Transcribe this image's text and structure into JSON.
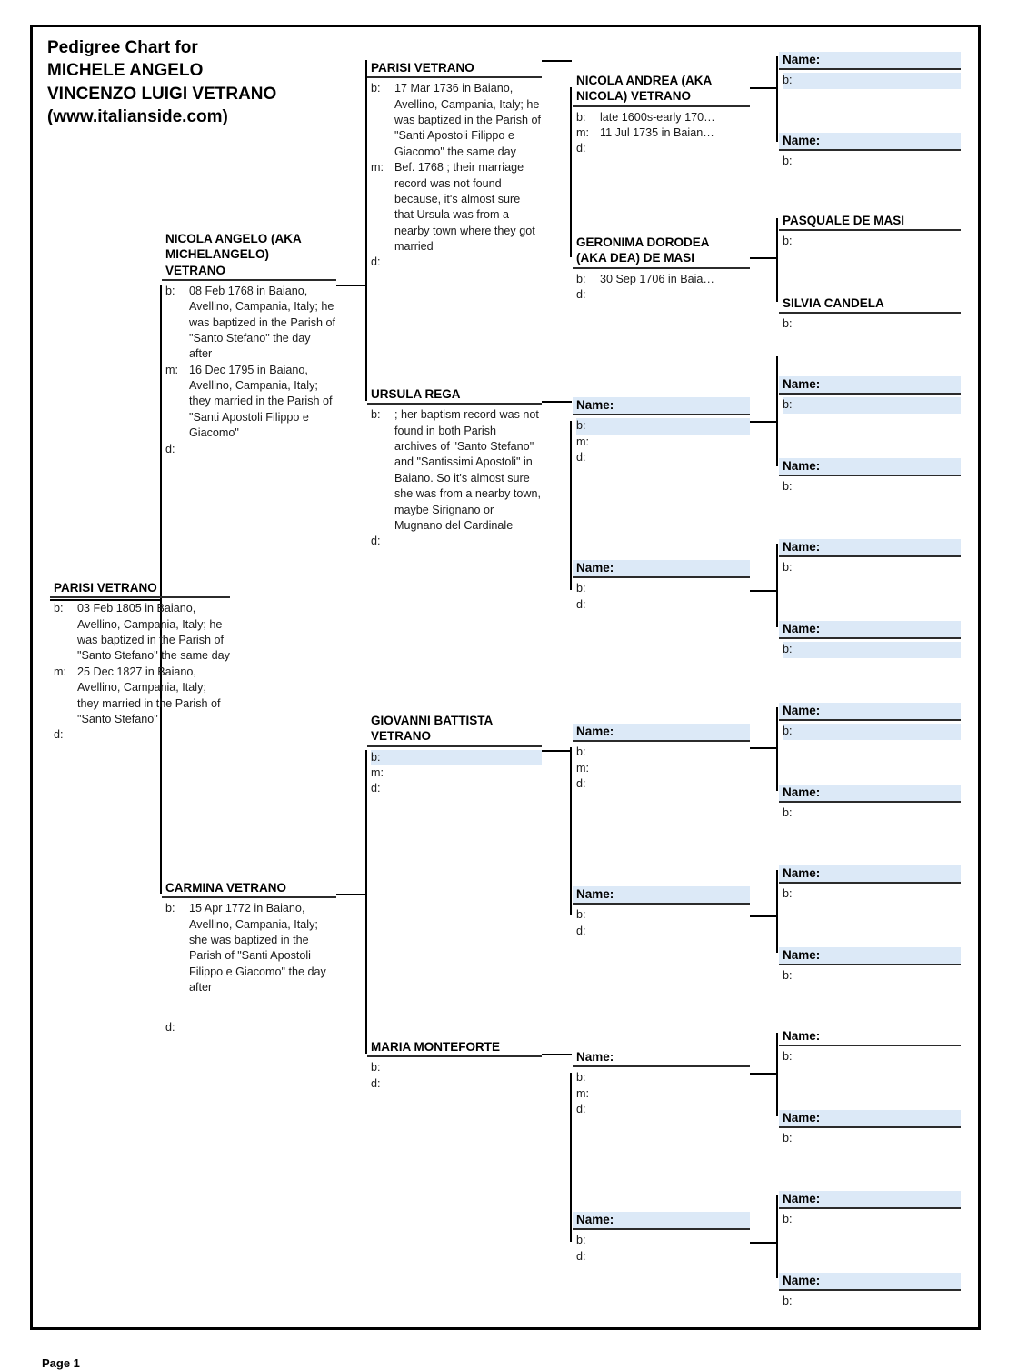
{
  "document": {
    "title_lines": "Pedigree Chart for\nMICHELE ANGELO\nVINCENZO LUIGI VETRANO\n(www.italianside.com)",
    "footer": "Page 1",
    "highlight_color": "#dce9f7",
    "line_color": "#000000"
  },
  "labels": {
    "b": "b:",
    "m": "m:",
    "d": "d:",
    "name": "Name:"
  },
  "chart_data": {
    "type": "pedigree",
    "generations": 5,
    "people": {
      "g1_root": {
        "name": "PARISI VETRANO",
        "b": "03 Feb 1805 in Baiano, Avellino, Campania, Italy; he was baptized in the Parish of \"Santo Stefano\" the same day",
        "m": "25 Dec 1827 in Baiano, Avellino, Campania, Italy; they married in the Parish of \"Santo Stefano\"",
        "d": ""
      },
      "g2_father": {
        "name": "NICOLA ANGELO (AKA\nMICHELANGELO)\nVETRANO",
        "b": "08 Feb 1768 in Baiano, Avellino, Campania, Italy; he was baptized in the Parish of \"Santo Stefano\" the day after",
        "m": "16 Dec 1795 in Baiano, Avellino, Campania, Italy; they married in the Parish of \"Santi Apostoli Filippo e Giacomo\"",
        "d": ""
      },
      "g2_mother": {
        "name": "CARMINA VETRANO",
        "b": "15 Apr 1772 in Baiano, Avellino, Campania, Italy; she was baptized in the Parish of \"Santi Apostoli Filippo e Giacomo\" the day after",
        "d": ""
      },
      "g3_ff": {
        "name": "PARISI VETRANO",
        "b": "17 Mar 1736 in Baiano, Avellino, Campania, Italy; he was baptized in the Parish of \"Santi Apostoli Filippo e Giacomo\" the same day",
        "m": "Bef. 1768 ; their marriage record was not found because, it's almost sure that Ursula was from a nearby town where they got married",
        "d": ""
      },
      "g3_fm": {
        "name": "URSULA REGA",
        "b": "; her baptism record was not found in both Parish archives of \"Santo Stefano\" and \"Santissimi Apostoli\" in Baiano. So it's almost sure she was from a nearby town, maybe Sirignano or Mugnano del Cardinale",
        "d": ""
      },
      "g3_mf": {
        "name": "GIOVANNI BATTISTA\nVETRANO",
        "b": "",
        "m": "",
        "d": ""
      },
      "g3_mm": {
        "name": "MARIA MONTEFORTE",
        "b": "",
        "d": ""
      },
      "g4_1": {
        "name": "NICOLA ANDREA (AKA\nNICOLA) VETRANO",
        "b": "late 1600s-early 170…",
        "m": "11 Jul 1735 in Baian…",
        "d": ""
      },
      "g4_2": {
        "name": "GERONIMA DORODEA\n(AKA DEA) DE MASI",
        "b": "30 Sep 1706 in Baia…",
        "d": ""
      },
      "g4_3": {
        "name": "Name:",
        "b": "",
        "m": "",
        "d": ""
      },
      "g4_4": {
        "name": "Name:",
        "b": "",
        "d": ""
      },
      "g4_5": {
        "name": "Name:",
        "b": "",
        "m": "",
        "d": ""
      },
      "g4_6": {
        "name": "Name:",
        "b": "",
        "d": ""
      },
      "g4_7": {
        "name": "Name:",
        "b": "",
        "m": "",
        "d": ""
      },
      "g4_8": {
        "name": "Name:",
        "b": "",
        "d": ""
      },
      "g5_1": {
        "name": "Name:",
        "b": ""
      },
      "g5_2": {
        "name": "Name:",
        "b": ""
      },
      "g5_3": {
        "name": "PASQUALE DE MASI",
        "b": ""
      },
      "g5_4": {
        "name": "SILVIA CANDELA",
        "b": ""
      },
      "g5_5": {
        "name": "Name:",
        "b": ""
      },
      "g5_6": {
        "name": "Name:",
        "b": ""
      },
      "g5_7": {
        "name": "Name:",
        "b": ""
      },
      "g5_8": {
        "name": "Name:",
        "b": ""
      },
      "g5_9": {
        "name": "Name:",
        "b": ""
      },
      "g5_10": {
        "name": "Name:",
        "b": ""
      },
      "g5_11": {
        "name": "Name:",
        "b": ""
      },
      "g5_12": {
        "name": "Name:",
        "b": ""
      },
      "g5_13": {
        "name": "Name:",
        "b": ""
      },
      "g5_14": {
        "name": "Name:",
        "b": ""
      },
      "g5_15": {
        "name": "Name:",
        "b": ""
      },
      "g5_16": {
        "name": "Name:",
        "b": ""
      }
    }
  }
}
